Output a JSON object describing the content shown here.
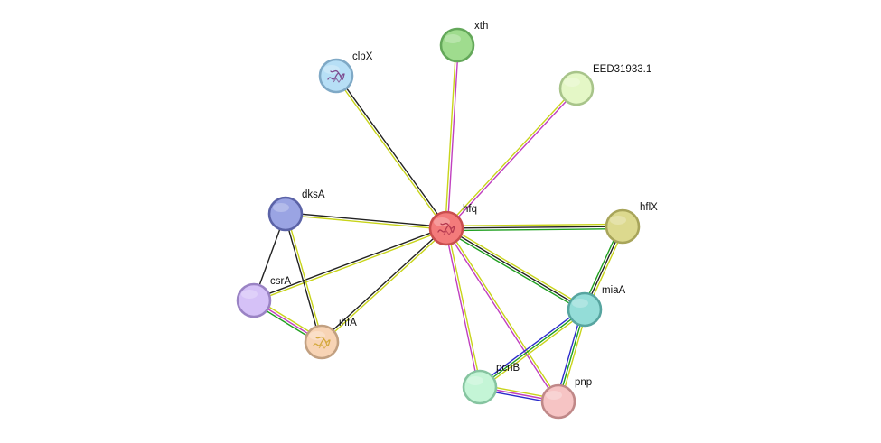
{
  "nodes": [
    {
      "id": "hfq",
      "label": "hfq",
      "fill": "#f37b7b",
      "stroke": "#c94e4e",
      "icon": "protein-structure-icon",
      "icon_color": "#b4384f"
    },
    {
      "id": "xth",
      "label": "xth",
      "fill": "#9fdc8e",
      "stroke": "#64a85a"
    },
    {
      "id": "clpX",
      "label": "clpX",
      "fill": "#b7dff6",
      "stroke": "#7fa9c6",
      "icon": "protein-structure-icon",
      "icon_color": "#7d4b8f"
    },
    {
      "id": "EED31933.1",
      "label": "EED31933.1",
      "fill": "#e4f7c6",
      "stroke": "#a8c48a"
    },
    {
      "id": "dksA",
      "label": "dksA",
      "fill": "#9aa4e3",
      "stroke": "#5b63a7"
    },
    {
      "id": "hflX",
      "label": "hflX",
      "fill": "#dcd98e",
      "stroke": "#a8a55a"
    },
    {
      "id": "csrA",
      "label": "csrA",
      "fill": "#d5c1f7",
      "stroke": "#9a83c4"
    },
    {
      "id": "miaA",
      "label": "miaA",
      "fill": "#94ddd8",
      "stroke": "#57a5a0"
    },
    {
      "id": "ihfA",
      "label": "ihfA",
      "fill": "#f8d4b5",
      "stroke": "#c2a081",
      "icon": "protein-structure-icon",
      "icon_color": "#d4a83c"
    },
    {
      "id": "pcnB",
      "label": "pcnB",
      "fill": "#c4f5d6",
      "stroke": "#86c4a0"
    },
    {
      "id": "pnp",
      "label": "pnp",
      "fill": "#f6c4c4",
      "stroke": "#c08888"
    }
  ],
  "edge_colors": {
    "textmining": "#c8d41a",
    "coexpression": "#222222",
    "experiments": "#c040c0",
    "databases": "#30c0c0",
    "neighborhood": "#20a020",
    "fusion": "#d03030",
    "cooccurrence": "#2c2ccc",
    "homology": "#b0b0f0"
  },
  "edges": [
    {
      "source": "hfq",
      "target": "xth",
      "evidence": [
        "textmining",
        "experiments"
      ]
    },
    {
      "source": "hfq",
      "target": "clpX",
      "evidence": [
        "textmining",
        "coexpression"
      ]
    },
    {
      "source": "hfq",
      "target": "EED31933.1",
      "evidence": [
        "textmining",
        "experiments"
      ]
    },
    {
      "source": "hfq",
      "target": "dksA",
      "evidence": [
        "textmining",
        "coexpression"
      ]
    },
    {
      "source": "hfq",
      "target": "hflX",
      "evidence": [
        "textmining",
        "coexpression",
        "neighborhood"
      ]
    },
    {
      "source": "hfq",
      "target": "csrA",
      "evidence": [
        "textmining",
        "coexpression"
      ]
    },
    {
      "source": "hfq",
      "target": "ihfA",
      "evidence": [
        "textmining",
        "coexpression"
      ]
    },
    {
      "source": "hfq",
      "target": "miaA",
      "evidence": [
        "textmining",
        "coexpression",
        "neighborhood"
      ]
    },
    {
      "source": "hfq",
      "target": "pcnB",
      "evidence": [
        "textmining",
        "experiments"
      ]
    },
    {
      "source": "hfq",
      "target": "pnp",
      "evidence": [
        "textmining",
        "experiments"
      ]
    },
    {
      "source": "dksA",
      "target": "csrA",
      "evidence": [
        "coexpression"
      ]
    },
    {
      "source": "dksA",
      "target": "ihfA",
      "evidence": [
        "textmining",
        "coexpression"
      ]
    },
    {
      "source": "csrA",
      "target": "ihfA",
      "evidence": [
        "textmining",
        "experiments",
        "neighborhood"
      ]
    },
    {
      "source": "hflX",
      "target": "miaA",
      "evidence": [
        "textmining",
        "coexpression",
        "neighborhood"
      ]
    },
    {
      "source": "miaA",
      "target": "pcnB",
      "evidence": [
        "textmining",
        "neighborhood",
        "cooccurrence"
      ]
    },
    {
      "source": "miaA",
      "target": "pnp",
      "evidence": [
        "textmining",
        "neighborhood",
        "cooccurrence"
      ]
    },
    {
      "source": "pcnB",
      "target": "pnp",
      "evidence": [
        "textmining",
        "experiments",
        "cooccurrence"
      ]
    }
  ]
}
